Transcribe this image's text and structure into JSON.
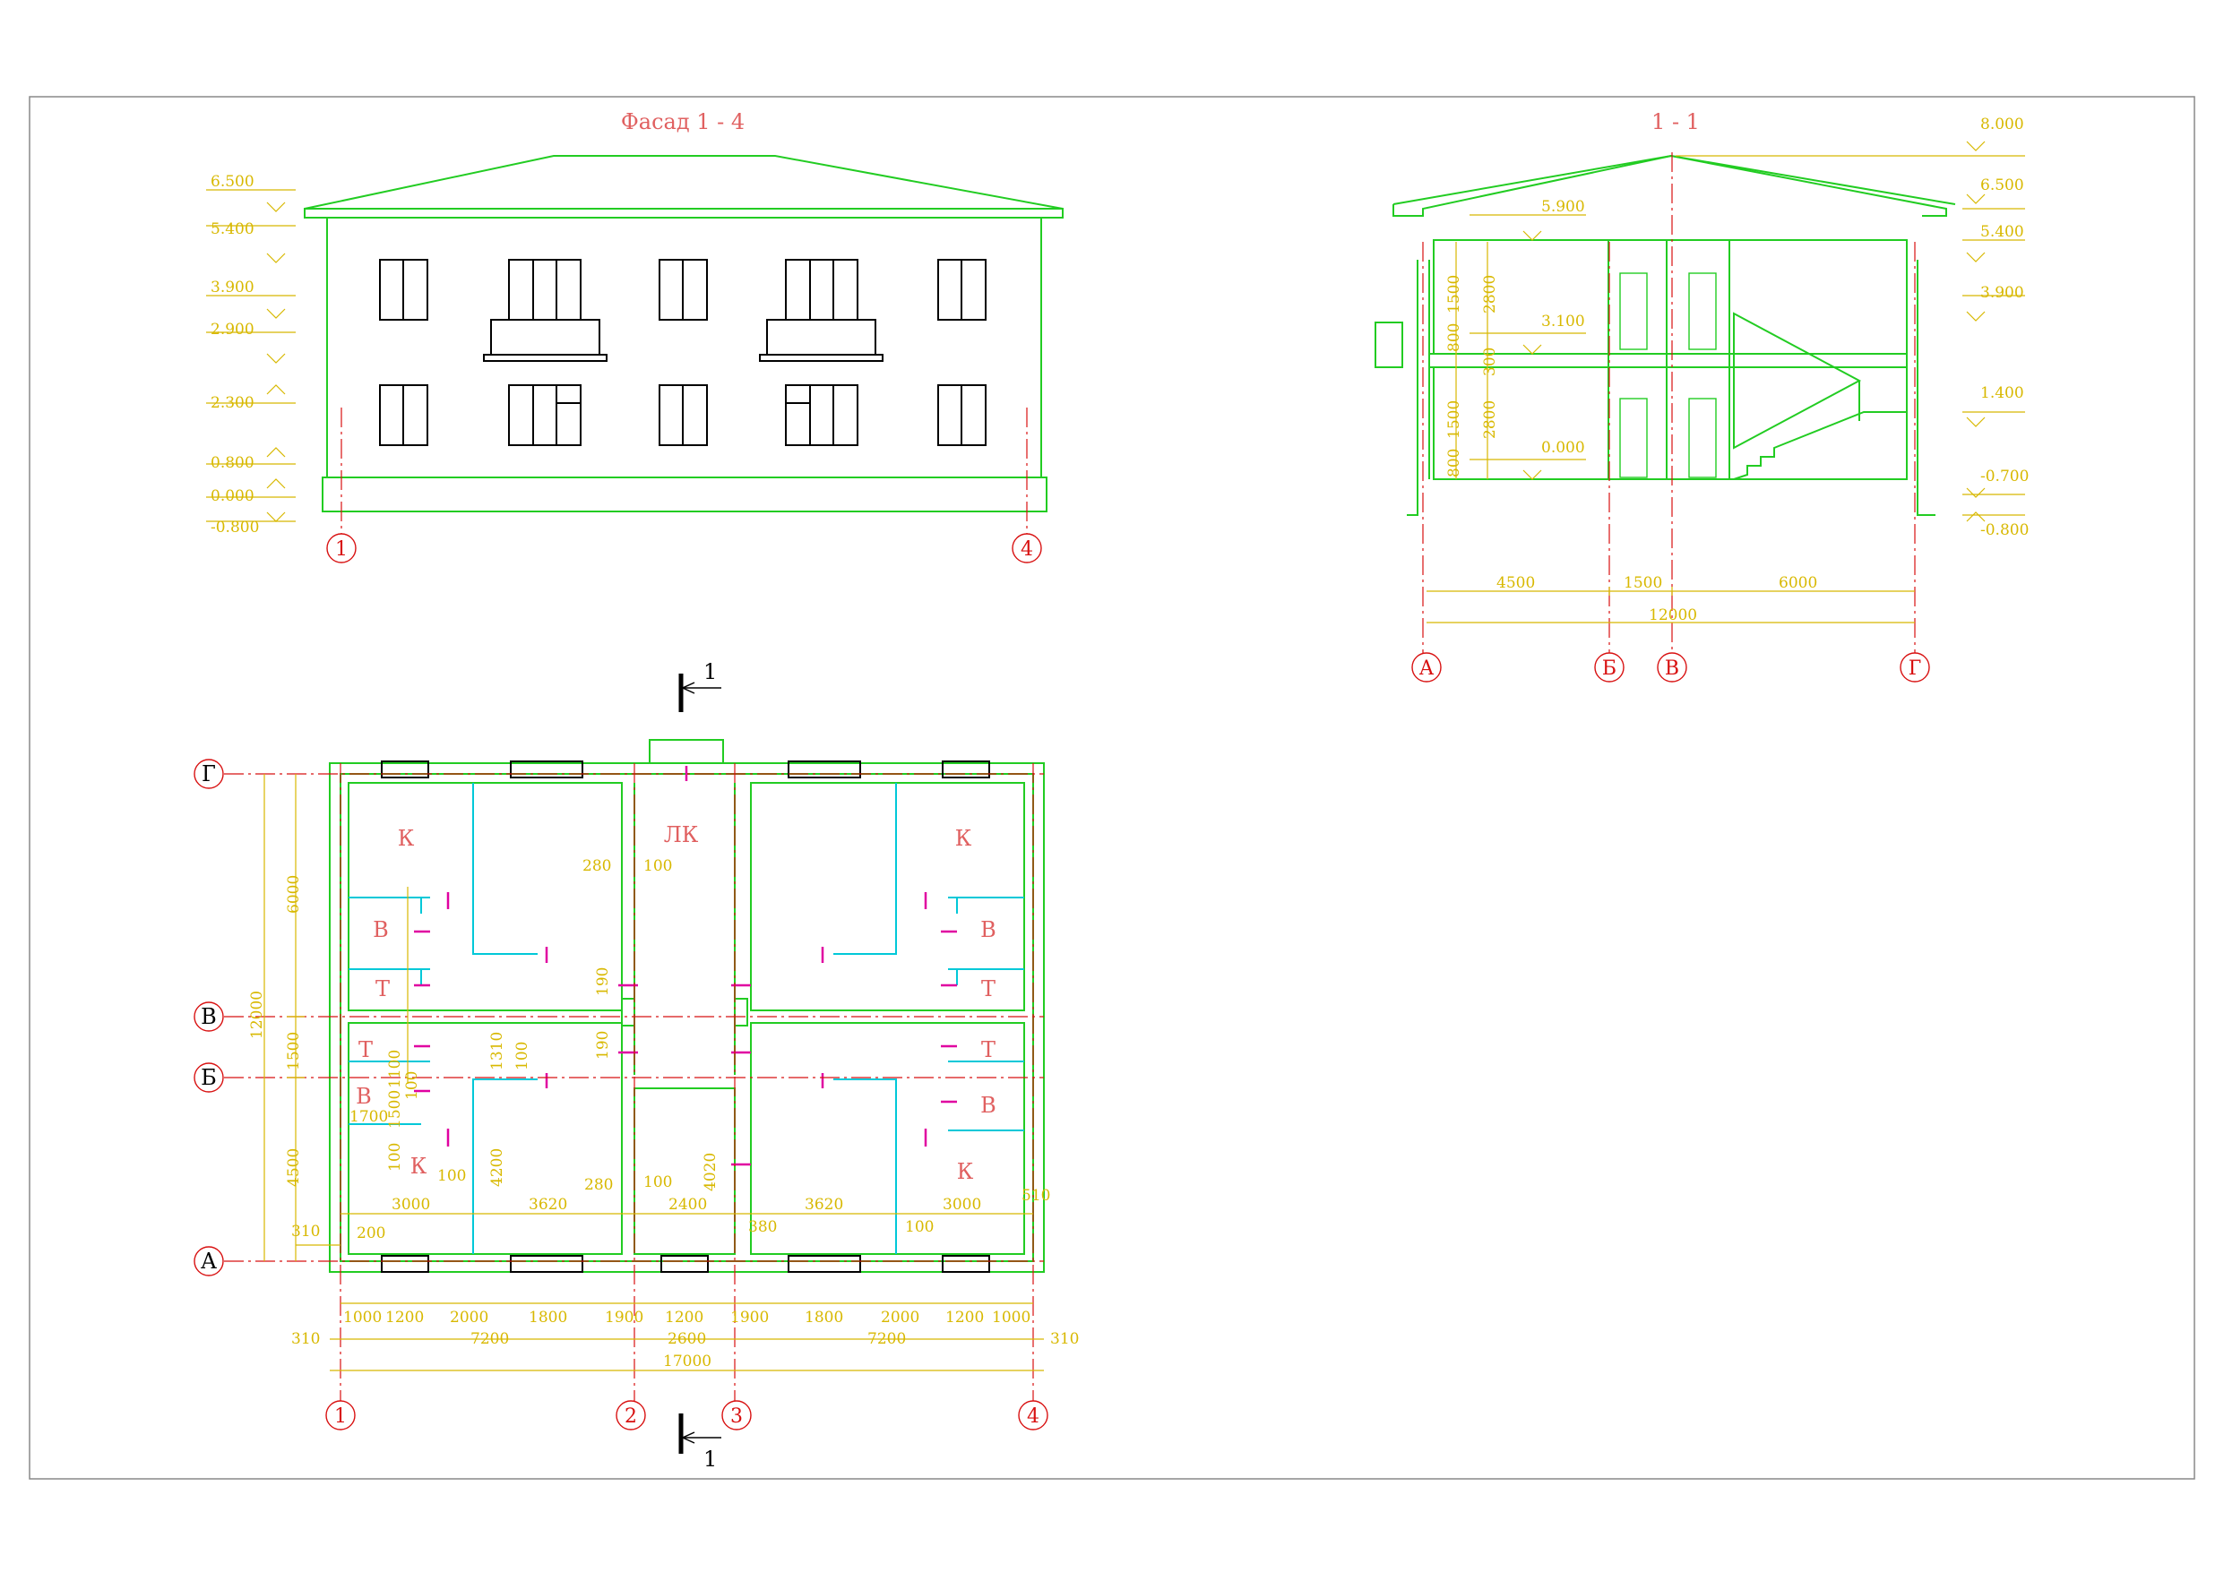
{
  "facade": {
    "title": "Фасад  1 - 4",
    "levels": [
      "6.500",
      "5.400",
      "3.900",
      "2.900",
      "2.300",
      "0.800",
      "0.000",
      "-0.800"
    ],
    "axes": [
      "1",
      "4"
    ]
  },
  "section": {
    "title": "1 - 1",
    "levels_right": [
      "8.000",
      "6.500",
      "5.400",
      "3.900",
      "1.400",
      "-0.700",
      "-0.800"
    ],
    "levels_inner": [
      "5.900",
      "3.100",
      "0.000"
    ],
    "vertical_dims": [
      "1500",
      "800",
      "2800",
      "300",
      "1500",
      "800",
      "2800"
    ],
    "horizontal_dims": [
      "4500",
      "1500",
      "6000",
      "12000"
    ],
    "axes": [
      "А",
      "Б",
      "В",
      "Г"
    ]
  },
  "plan": {
    "cut_label": "1",
    "rooms": [
      "К",
      "ЛК",
      "К",
      "В",
      "В",
      "Т",
      "Т",
      "Т",
      "Т",
      "В",
      "В",
      "К",
      "К"
    ],
    "row_axes": [
      "Г",
      "В",
      "Б",
      "А"
    ],
    "col_axes": [
      "1",
      "2",
      "3",
      "4"
    ],
    "left_dims": [
      "6000",
      "1500",
      "4500",
      "12000",
      "310"
    ],
    "inner_dims": [
      "280",
      "100",
      "190",
      "190",
      "1100",
      "1310",
      "100",
      "100",
      "1500",
      "1700",
      "100",
      "100",
      "4200",
      "280",
      "100",
      "4020",
      "380",
      "200",
      "100",
      "510"
    ],
    "inner_row": [
      "3000",
      "3620",
      "2400",
      "3620",
      "3000"
    ],
    "bottom_row1": [
      "1000",
      "1200",
      "2000",
      "1800",
      "1900",
      "1200",
      "1900",
      "1800",
      "2000",
      "1200",
      "1000"
    ],
    "bottom_row2": [
      "310",
      "7200",
      "2600",
      "7200",
      "310"
    ],
    "total": "17000"
  }
}
